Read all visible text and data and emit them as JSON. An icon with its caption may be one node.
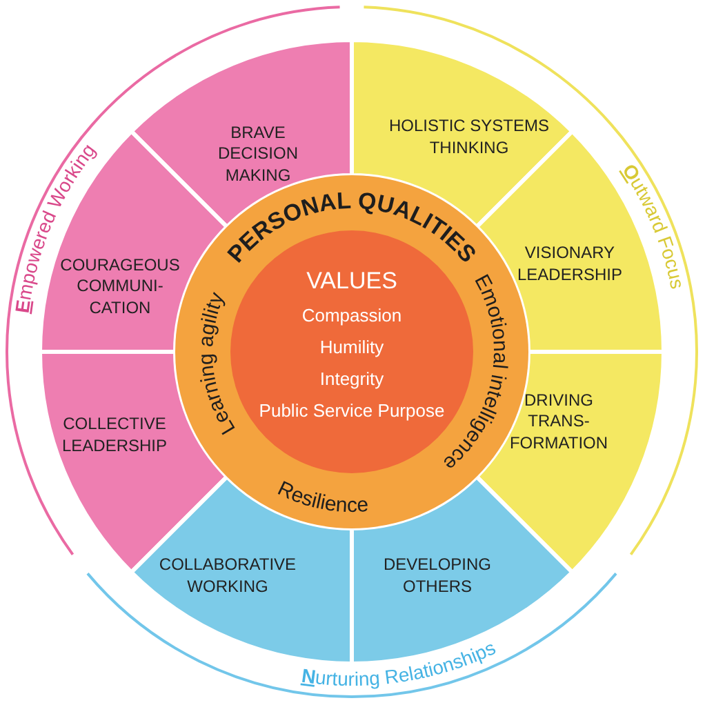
{
  "diagram": {
    "nodes": [
      {
        "text": [
          "PERSONAL QUALITIES",
          "Emotional intelligence",
          "Resilience",
          "Learning agility"
        ]
      },
      {
        "text": [
          "VALUES",
          "Compassion",
          "Humility",
          "Integrity",
          "Public Service Purpose"
        ],
        "in": 0
      },
      {
        "text": [
          "BRAVE DECISION MAKING"
        ]
      },
      {
        "text": [
          "HOLISTIC SYSTEMS THINKING"
        ]
      },
      {
        "text": [
          "COURAGEOUS COMMUNI- CATION"
        ]
      },
      {
        "text": [
          "VISIONARY LEADERSHIP"
        ]
      },
      {
        "text": [
          "COLLECTIVE LEADERSHIP"
        ]
      },
      {
        "text": [
          "DRIVING TRANS- FORMATION"
        ]
      },
      {
        "text": [
          "COLLABORATIVE WORKING"
        ]
      },
      {
        "text": [
          "DEVELOPING OTHERS"
        ]
      }
    ],
    "labels": [
      "Empowered Working",
      "Outward Focus",
      "Nurturing Relationships"
    ]
  }
}
